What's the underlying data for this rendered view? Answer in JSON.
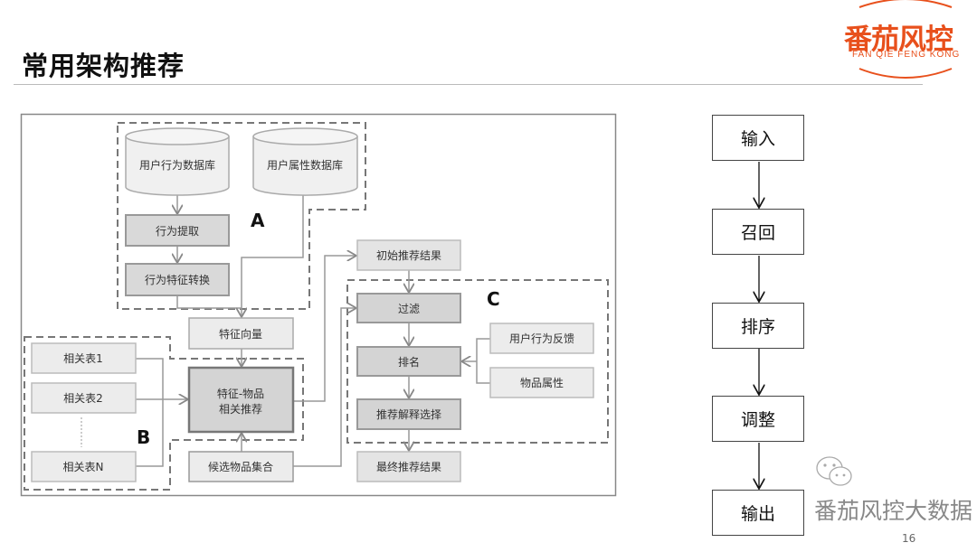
{
  "title": "常用架构推荐",
  "logo": {
    "main": "番茄风控",
    "sub": "FAN QIE FENG KONG",
    "color": "#e8501c"
  },
  "diagram": {
    "region_labels": {
      "a": "A",
      "b": "B",
      "c": "C"
    },
    "databases": [
      "用户行为数据库",
      "用户属性数据库"
    ],
    "extract": "行为提取",
    "transform": "行为特征转换",
    "feature_vector": "特征向量",
    "related_tables": [
      "相关表1",
      "相关表2",
      "相关表N"
    ],
    "feature_item_line1": "特征-物品",
    "feature_item_line2": "相关推荐",
    "candidates": "候选物品集合",
    "initial_results": "初始推荐结果",
    "filter": "过滤",
    "rank": "排名",
    "explain": "推荐解释选择",
    "final_results": "最终推荐结果",
    "user_feedback": "用户行为反馈",
    "item_attributes": "物品属性"
  },
  "flow": [
    "输入",
    "召回",
    "排序",
    "调整",
    "输出"
  ],
  "watermark": {
    "text": "番茄风控大数据",
    "icon": "wechat-icon"
  },
  "page_number": "16"
}
